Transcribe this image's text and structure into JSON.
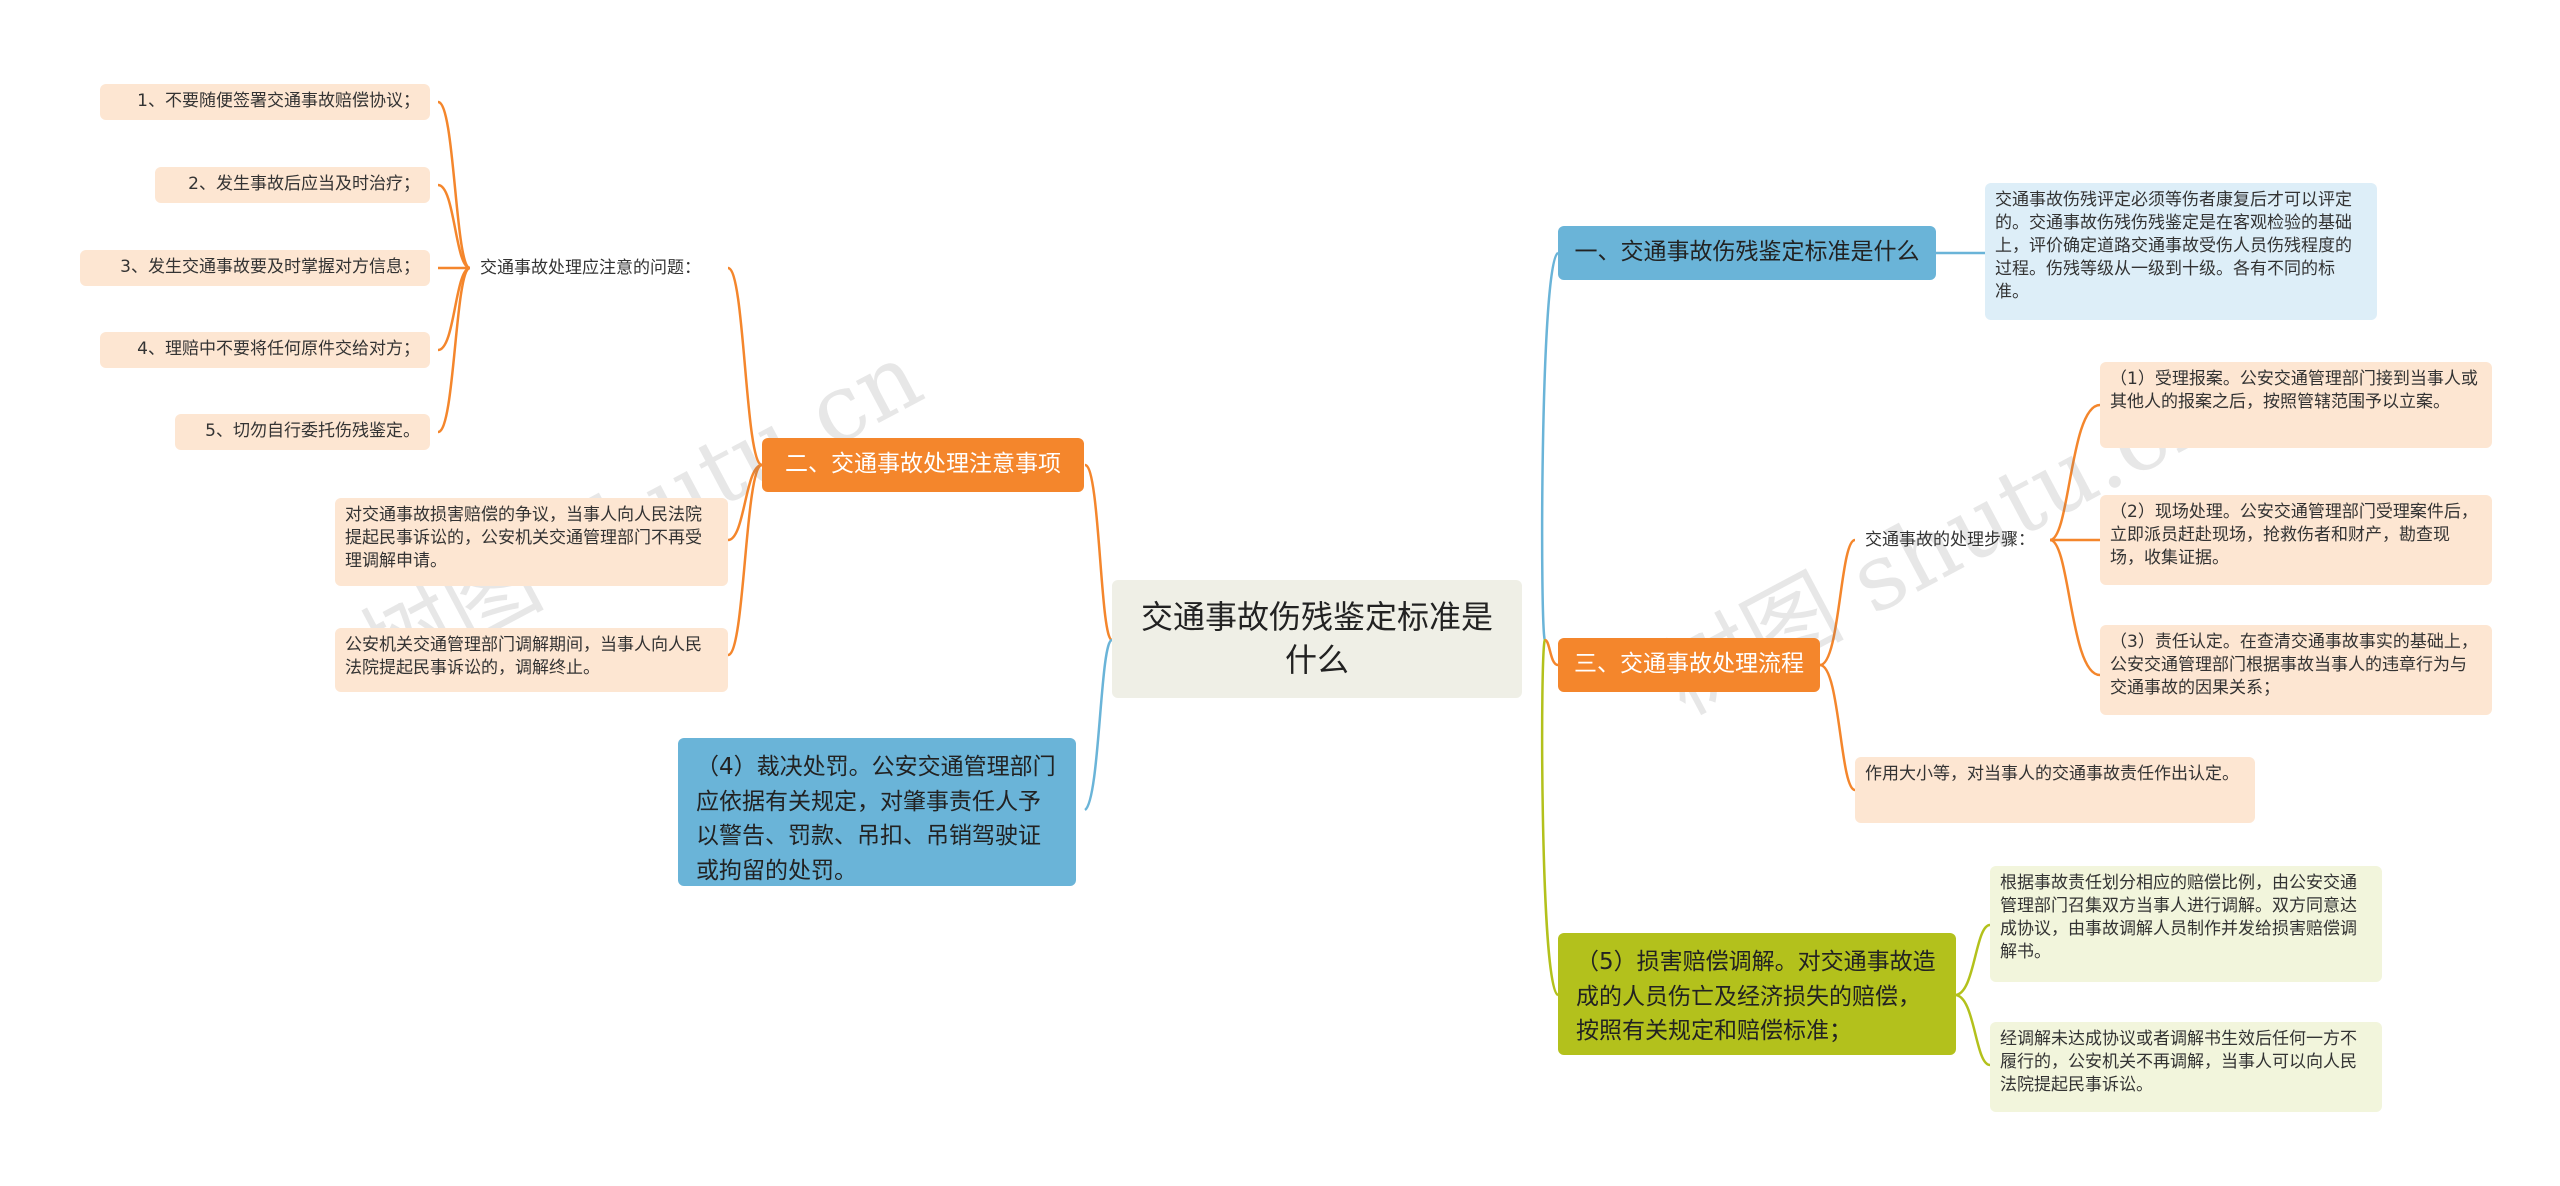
{
  "root": "交通事故伤残鉴定标准是什么",
  "branch1": {
    "title": "一、交通事故伤残鉴定标准是什么",
    "leaf": "交通事故伤残评定必须等伤者康复后才可以评定的。交通事故伤残伤残鉴定是在客观检验的基础上，评价确定道路交通事故受伤人员伤残程度的过程。伤残等级从一级到十级。各有不同的标准。"
  },
  "branch2": {
    "title": "二、交通事故处理注意事项",
    "sub_title": "交通事故处理应注意的问题：",
    "items": [
      "1、不要随便签署交通事故赔偿协议；",
      "2、发生事故后应当及时治疗；",
      "3、发生交通事故要及时掌握对方信息；",
      "4、理赔中不要将任何原件交给对方；",
      "5、切勿自行委托伤残鉴定。"
    ],
    "extra1": "对交通事故损害赔偿的争议，当事人向人民法院提起民事诉讼的，公安机关交通管理部门不再受理调解申请。",
    "extra2": "公安机关交通管理部门调解期间，当事人向人民法院提起民事诉讼的，调解终止。"
  },
  "branch3": {
    "title": "三、交通事故处理流程",
    "sub_title": "交通事故的处理步骤：",
    "steps": [
      "（1）受理报案。公安交通管理部门接到当事人或其他人的报案之后，按照管辖范围予以立案。",
      "（2）现场处理。公安交通管理部门受理案件后，立即派员赶赴现场，抢救伤者和财产，勘查现场，收集证据。",
      "（3）责任认定。在查清交通事故事实的基础上，公安交通管理部门根据事故当事人的违章行为与交通事故的因果关系；"
    ],
    "extra": "作用大小等，对当事人的交通事故责任作出认定。"
  },
  "branch4": {
    "text": "（4）裁决处罚。公安交通管理部门应依据有关规定，对肇事责任人予以警告、罚款、吊扣、吊销驾驶证或拘留的处罚。"
  },
  "branch5": {
    "text": "（5）损害赔偿调解。对交通事故造成的人员伤亡及经济损失的赔偿，按照有关规定和赔偿标准；",
    "leaves": [
      "根据事故责任划分相应的赔偿比例，由公安交通管理部门召集双方当事人进行调解。双方同意达成协议，由事故调解人员制作并发给损害赔偿调解书。",
      "经调解未达成协议或者调解书生效后任何一方不履行的，公安机关不再调解，当事人可以向人民法院提起民事诉讼。"
    ]
  },
  "watermarks": [
    "树图 shutu.cn",
    "树图 shutu.cn"
  ],
  "colors": {
    "blue": "#6ab4d8",
    "orange": "#f4862c",
    "green": "#b3c11c"
  }
}
